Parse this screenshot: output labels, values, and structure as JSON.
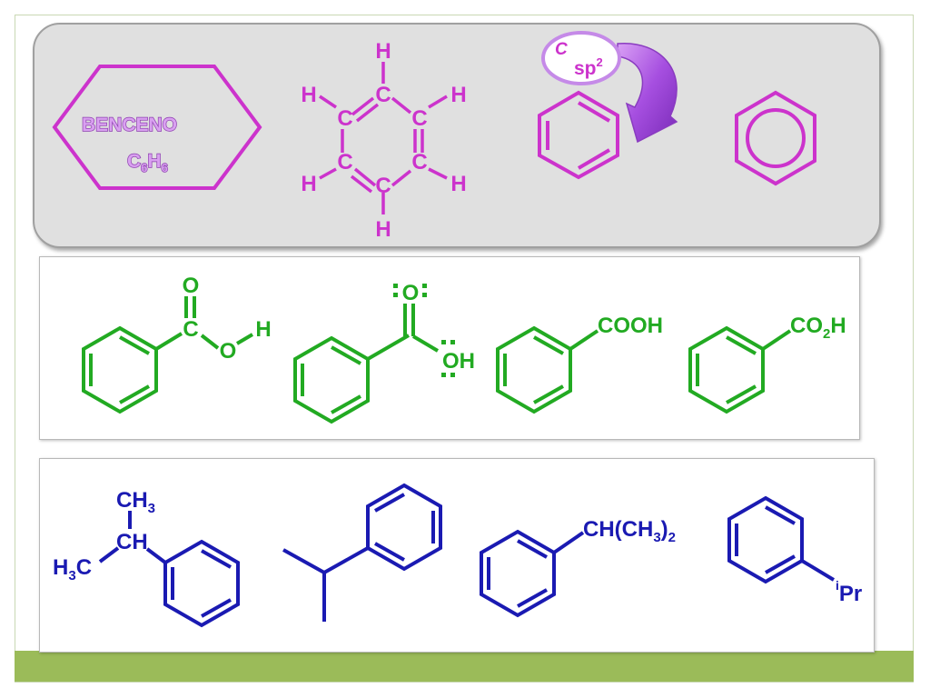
{
  "colors": {
    "magenta": "#cc33cc",
    "violet": "#b44fd6",
    "arrow": "#a64fe0",
    "green": "#22aa22",
    "blue": "#1a1ab2",
    "panel_gray": "#e0e0e0",
    "footer_green": "#9bbb59",
    "frame": "#c9d8b4"
  },
  "top_panel": {
    "hexagon_title": "BENCENO",
    "formula_main": "C",
    "formula_sub1": "6",
    "formula_h": "H",
    "formula_sub2": "6",
    "kekule_atoms": {
      "carbon": "C",
      "hydrogen": "H"
    },
    "hybrid_c": "C",
    "hybrid_sp": "sp",
    "hybrid_sup": "2"
  },
  "middle_panel": {
    "carboxyl_o": "O",
    "carboxyl_c": "C",
    "carboxyl_oh_o": "O",
    "carboxyl_oh_h": "H",
    "lone_pair_o": "O",
    "lone_pair_oh": "OH",
    "cooh_label": "COOH",
    "co2h_main": "CO",
    "co2h_sub": "2",
    "co2h_h": "H"
  },
  "bottom_panel": {
    "ch3_main": "CH",
    "ch3_sub": "3",
    "ch_label": "CH",
    "h3c_h": "H",
    "h3c_sub": "3",
    "h3c_c": "C",
    "isopropyl_text": "CH(CH",
    "isopropyl_sub1": "3",
    "isopropyl_close": ")",
    "isopropyl_sub2": "2",
    "ipr_sup": "i",
    "ipr_main": "Pr"
  }
}
